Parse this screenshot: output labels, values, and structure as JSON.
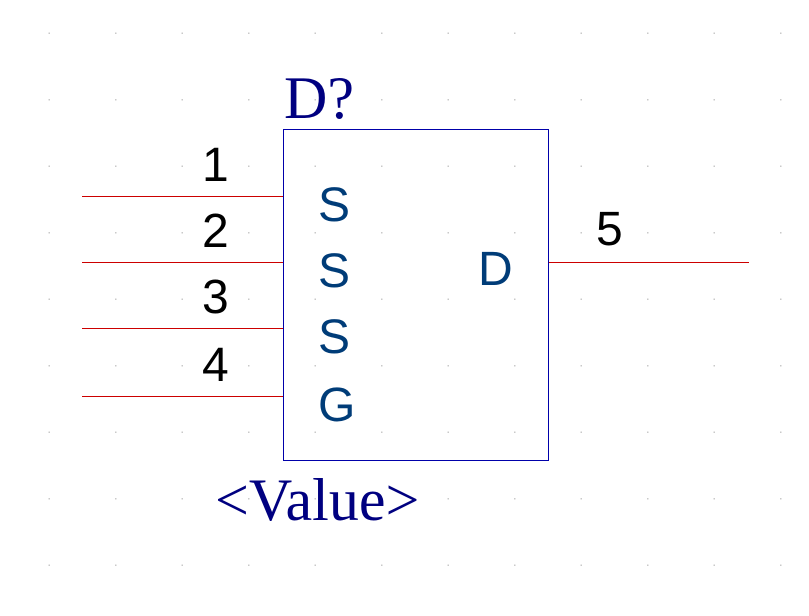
{
  "component": {
    "designator": "D?",
    "value": "<Value>",
    "colors": {
      "body_border": "#0000aa",
      "pin_line": "#cc0000",
      "label": "#000080",
      "pin_name": "#003c78",
      "pin_number": "#000000"
    },
    "pins": [
      {
        "number": "1",
        "name": "S"
      },
      {
        "number": "2",
        "name": "S"
      },
      {
        "number": "3",
        "name": "S"
      },
      {
        "number": "4",
        "name": "G"
      },
      {
        "number": "5",
        "name": "D"
      }
    ]
  }
}
